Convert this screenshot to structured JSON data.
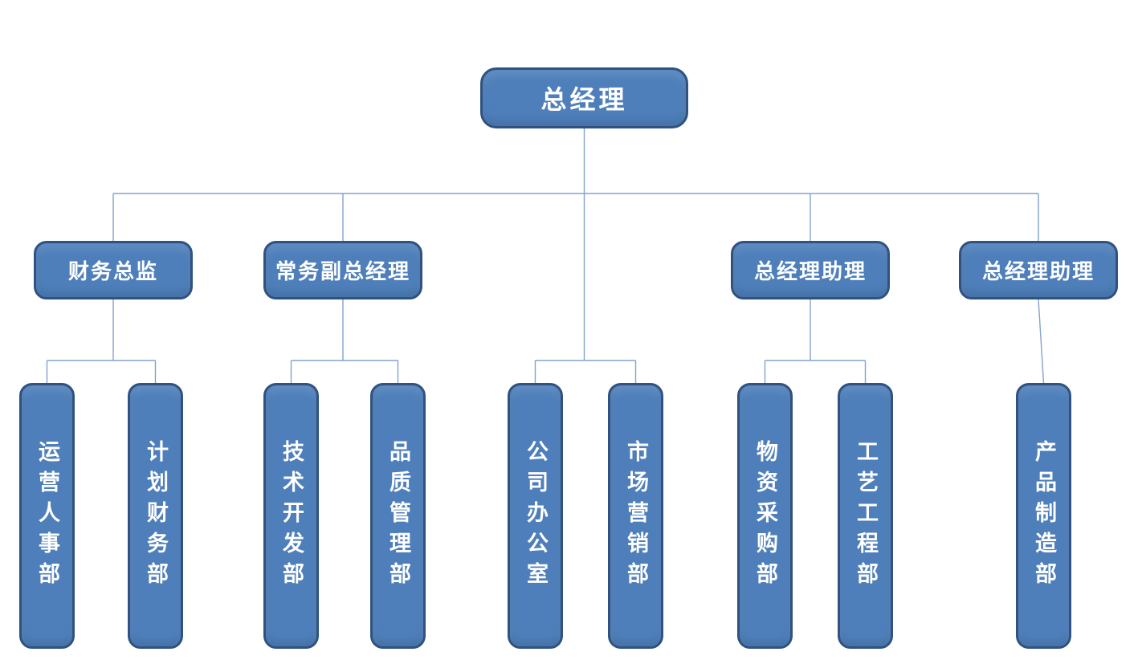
{
  "org_chart": {
    "type": "org-tree",
    "root": {
      "label": "总经理"
    },
    "managers": [
      {
        "label": "财务总监"
      },
      {
        "label": "常务副总经理"
      },
      {
        "label": "总经理助理"
      },
      {
        "label": "总经理助理"
      }
    ],
    "departments": [
      {
        "label": "运营人事部",
        "parent": "财务总监"
      },
      {
        "label": "计划财务部",
        "parent": "财务总监"
      },
      {
        "label": "技术开发部",
        "parent": "常务副总经理"
      },
      {
        "label": "品质管理部",
        "parent": "常务副总经理"
      },
      {
        "label": "公司办公室",
        "parent": "总经理"
      },
      {
        "label": "市场营销部",
        "parent": "总经理"
      },
      {
        "label": "物资采购部",
        "parent": "总经理助理"
      },
      {
        "label": "工艺工程部",
        "parent": "总经理助理"
      },
      {
        "label": "产品制造部",
        "parent": "总经理助理"
      }
    ],
    "colors": {
      "box_fill": "#4E7FBA",
      "box_border": "#2F5280",
      "connector": "#84A2CC",
      "text": "#FFFFFF"
    }
  }
}
